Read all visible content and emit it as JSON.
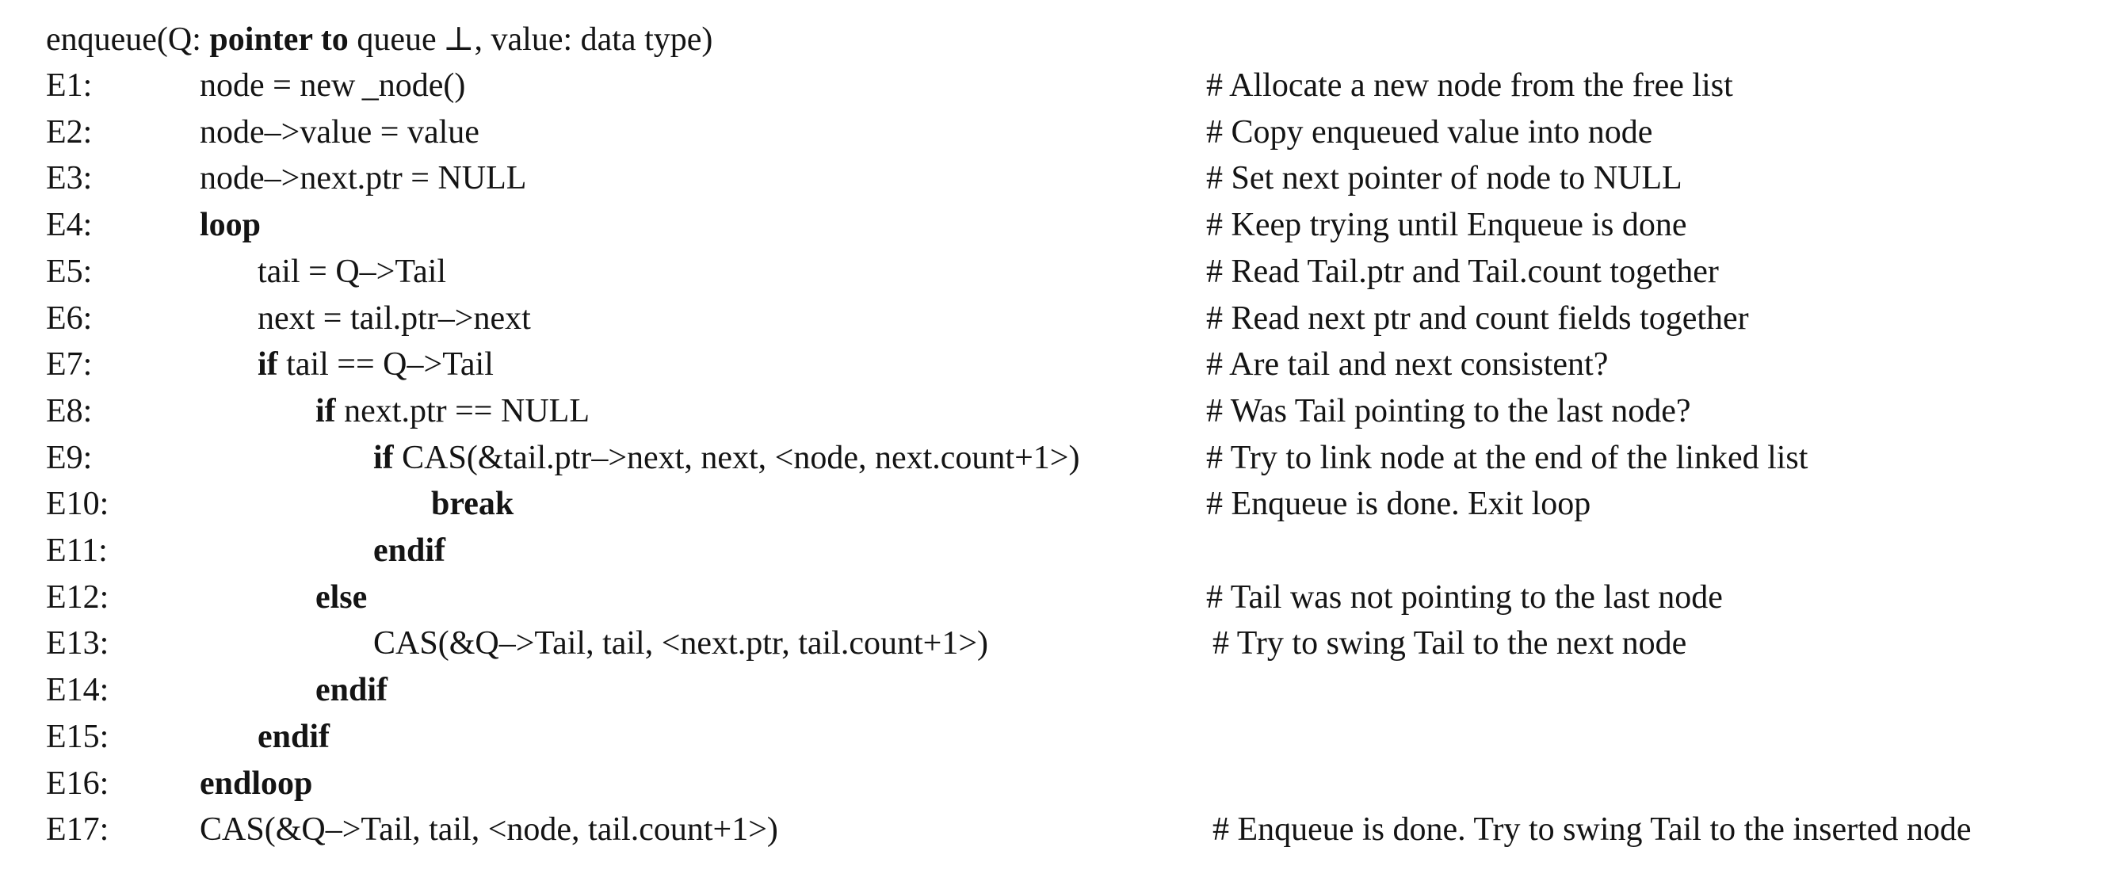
{
  "header": {
    "fn_name": "enqueue(Q:",
    "kw_pointer_to": "pointer to",
    "queue_type": "queue ⊥, value: data type)"
  },
  "lines": [
    {
      "label": "E1:",
      "code": "node = new _node()",
      "comment": "# Allocate a new node from the free list"
    },
    {
      "label": "E2:",
      "code": "node–>value = value",
      "comment": "# Copy enqueued value into node"
    },
    {
      "label": "E3:",
      "code": "node–>next.ptr = NULL",
      "comment": "# Set next pointer of node to NULL"
    },
    {
      "label": "E4:",
      "keyword": "loop",
      "comment": "# Keep trying until Enqueue is done"
    },
    {
      "label": "E5:",
      "code": "tail = Q–>Tail",
      "comment": "# Read Tail.ptr and Tail.count together"
    },
    {
      "label": "E6:",
      "code": "next = tail.ptr–>next",
      "comment": "# Read next ptr and count fields together"
    },
    {
      "label": "E7:",
      "keyword": "if",
      "code": " tail == Q–>Tail",
      "comment": "# Are tail and next consistent?"
    },
    {
      "label": "E8:",
      "keyword": "if",
      "code": " next.ptr == NULL",
      "comment": "# Was Tail pointing to the last node?"
    },
    {
      "label": "E9:",
      "keyword": "if",
      "code": " CAS(&tail.ptr–>next, next, <node, next.count+1>)",
      "comment": "# Try to link node at the end of the linked list"
    },
    {
      "label": "E10:",
      "keyword": "break",
      "comment": "# Enqueue is done. Exit loop"
    },
    {
      "label": "E11:",
      "keyword": "endif"
    },
    {
      "label": "E12:",
      "keyword": "else",
      "comment": "# Tail was not pointing to the last node"
    },
    {
      "label": "E13:",
      "code": "CAS(&Q–>Tail, tail, <next.ptr, tail.count+1>)",
      "comment": "# Try to swing Tail to the next node"
    },
    {
      "label": "E14:",
      "keyword": "endif"
    },
    {
      "label": "E15:",
      "keyword": "endif"
    },
    {
      "label": "E16:",
      "keyword": "endloop"
    },
    {
      "label": "E17:",
      "code": "CAS(&Q–>Tail, tail, <node, tail.count+1>)",
      "comment": "# Enqueue is done. Try to swing Tail to the inserted node"
    }
  ]
}
